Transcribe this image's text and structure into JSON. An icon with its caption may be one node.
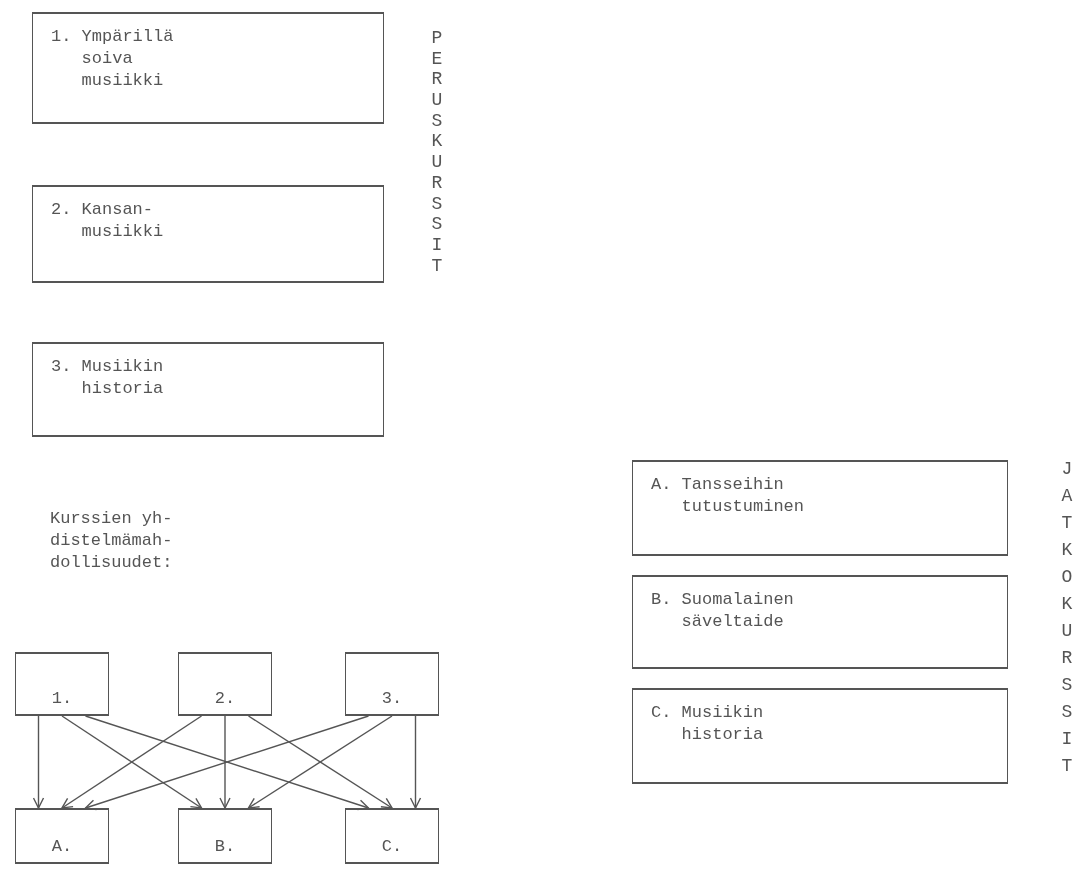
{
  "diagram": {
    "nodes": [
      {
        "text": [
          "1. Ympärillä soiva musiikki"
        ]
      },
      {
        "text": [
          "2. Kansan- musiikki"
        ]
      },
      {
        "text": [
          "3. Musiikin historia"
        ]
      },
      {
        "text": [
          "A. Tansseihin tutustuminen"
        ]
      },
      {
        "text": [
          "B. Suomalainen säveltaide"
        ]
      },
      {
        "text": [
          "C. Musiikin historia"
        ]
      },
      {
        "text": [
          "1."
        ]
      },
      {
        "text": [
          "2."
        ]
      },
      {
        "text": [
          "3."
        ]
      },
      {
        "text": [
          "A."
        ]
      },
      {
        "text": [
          "B."
        ]
      },
      {
        "text": [
          "C."
        ]
      }
    ],
    "edges": [
      {
        "from": 6,
        "to": 9,
        "arrow": "to"
      },
      {
        "from": 6,
        "to": 10,
        "arrow": "to"
      },
      {
        "from": 6,
        "to": 11,
        "arrow": "to"
      },
      {
        "from": 7,
        "to": 9,
        "arrow": "to"
      },
      {
        "from": 7,
        "to": 10,
        "arrow": "to"
      },
      {
        "from": 7,
        "to": 11,
        "arrow": "to"
      },
      {
        "from": 8,
        "to": 9,
        "arrow": "to"
      },
      {
        "from": 8,
        "to": 10,
        "arrow": "to"
      },
      {
        "from": 8,
        "to": 11,
        "arrow": "to"
      }
    ],
    "labels": [
      "PERUSKURSSIT",
      "JATKOKURSSIT",
      "Kurssien yh- distelmämah- dollisuudet:"
    ]
  }
}
